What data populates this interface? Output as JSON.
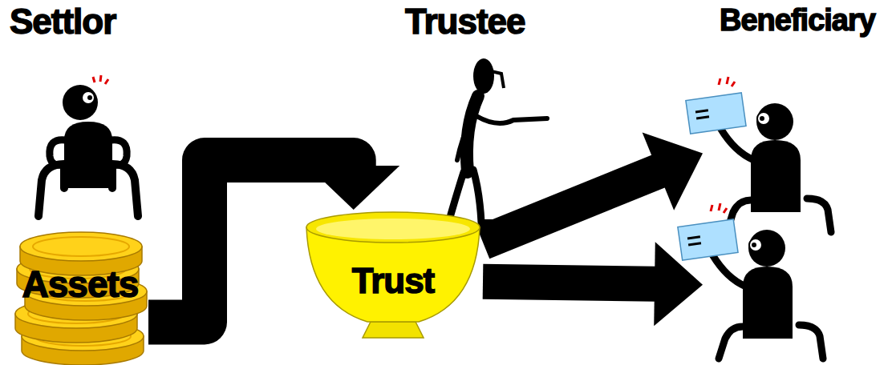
{
  "diagram": {
    "nodes": [
      {
        "text": [
          "Assets"
        ]
      },
      {
        "text": [
          "Trust"
        ]
      },
      {
        "text": [
          "Beneficiary"
        ]
      }
    ],
    "edges": [
      {
        "from": 0,
        "to": 1,
        "arrow": "to"
      },
      {
        "from": 1,
        "to": 2,
        "arrow": "to"
      },
      {
        "from": 1,
        "to": 2,
        "arrow": "to"
      }
    ],
    "labels": [
      "Settlor",
      "Trustee"
    ]
  }
}
